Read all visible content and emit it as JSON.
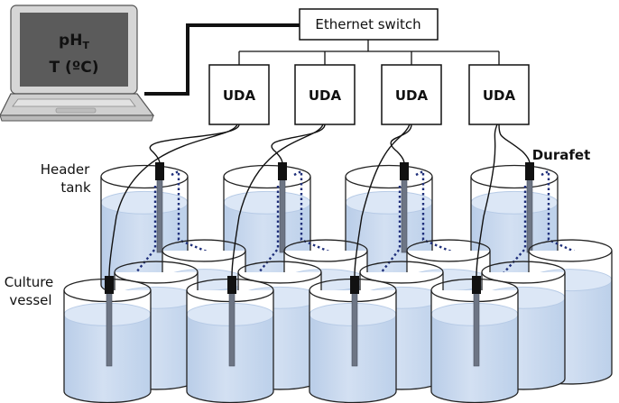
{
  "laptop": {
    "line1_main": "pH",
    "line1_sub": "T",
    "line2": "T (ºC)"
  },
  "switch": {
    "label": "Ethernet switch"
  },
  "udas": [
    {
      "label": "UDA"
    },
    {
      "label": "UDA"
    },
    {
      "label": "UDA"
    },
    {
      "label": "UDA"
    }
  ],
  "labels": {
    "durafet": "Durafet",
    "header_tank_line1": "Header",
    "header_tank_line2": "tank",
    "culture_vessel_line1": "Culture",
    "culture_vessel_line2": "vessel"
  },
  "colors": {
    "water": "#c9d9ef",
    "water_top": "#dce7f6",
    "water_surface": "#b7cbe6",
    "vessel_outline": "#222222",
    "probe_tip": "#111111",
    "probe_rod": "#6d7584",
    "screen": "#5b5b5b",
    "screen_text": "#ffffff",
    "dotted_line": "#1f2f7a"
  }
}
